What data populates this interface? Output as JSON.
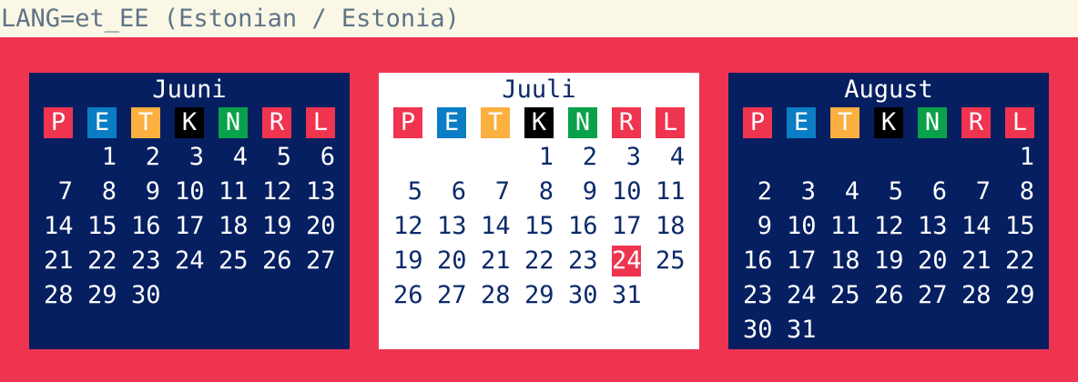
{
  "topbar": {
    "text": "LANG=et_EE (Estonian / Estonia)"
  },
  "weekdays": [
    "P",
    "E",
    "T",
    "K",
    "N",
    "R",
    "L"
  ],
  "weekday_colors": [
    "#ef3450",
    "#0a7dc5",
    "#fbb040",
    "#000000",
    "#0aa14b",
    "#ef3450",
    "#ef3450"
  ],
  "calendars": [
    {
      "id": "june",
      "title": "Juuni",
      "theme": "dark",
      "first_weekday_index": 1,
      "days_in_month": 30,
      "highlighted_day": null
    },
    {
      "id": "july",
      "title": "Juuli",
      "theme": "light",
      "first_weekday_index": 3,
      "days_in_month": 31,
      "highlighted_day": 24
    },
    {
      "id": "august",
      "title": "August",
      "theme": "dark",
      "first_weekday_index": 6,
      "days_in_month": 31,
      "highlighted_day": null
    }
  ]
}
